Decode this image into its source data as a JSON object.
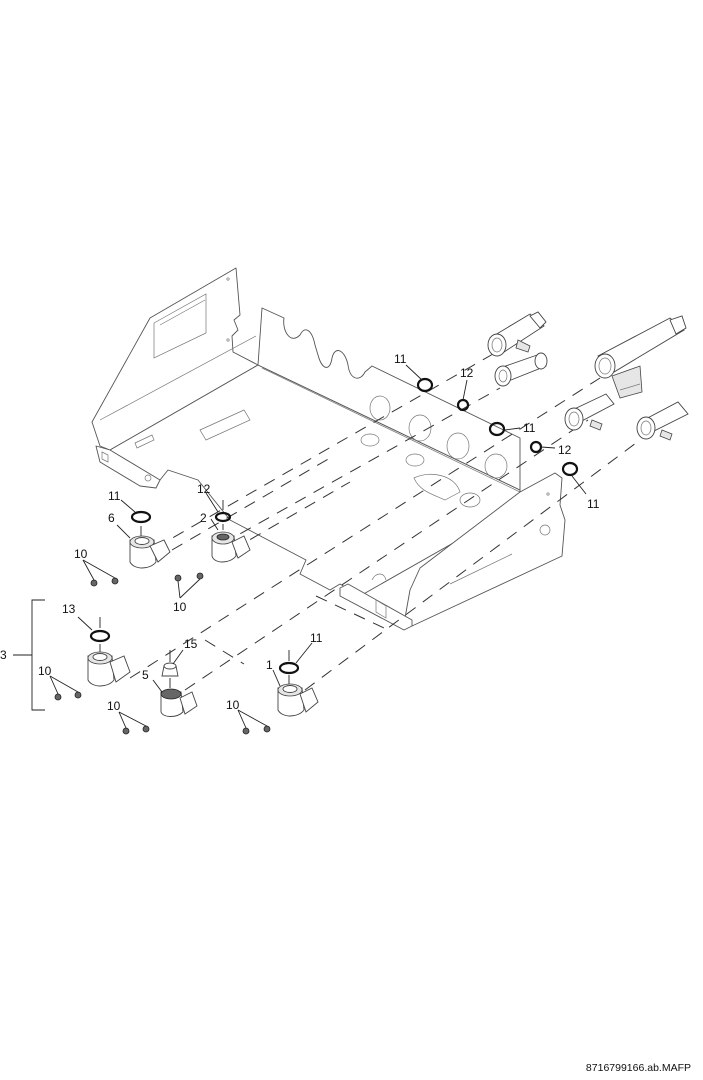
{
  "document": {
    "reference_code": "8716799166.ab.MAFP"
  },
  "callouts": {
    "c1": "1",
    "c2": "2",
    "c3": "3",
    "c5": "5",
    "c6": "6",
    "c10a": "10",
    "c10b": "10",
    "c10c": "10",
    "c10d": "10",
    "c10e": "10",
    "c11a": "11",
    "c11b": "11",
    "c11c": "11",
    "c11d": "11",
    "c11e": "11",
    "c12a": "12",
    "c12b": "12",
    "c12c": "12",
    "c13": "13",
    "c15": "15"
  },
  "parts": [
    {
      "id": "1",
      "type": "elbow-connector"
    },
    {
      "id": "2",
      "type": "elbow-connector"
    },
    {
      "id": "3",
      "type": "elbow-connector-assembly"
    },
    {
      "id": "5",
      "type": "elbow-connector"
    },
    {
      "id": "6",
      "type": "elbow-connector"
    },
    {
      "id": "10",
      "type": "screw"
    },
    {
      "id": "11",
      "type": "o-ring"
    },
    {
      "id": "12",
      "type": "o-ring"
    },
    {
      "id": "13",
      "type": "o-ring"
    },
    {
      "id": "15",
      "type": "nut"
    }
  ]
}
